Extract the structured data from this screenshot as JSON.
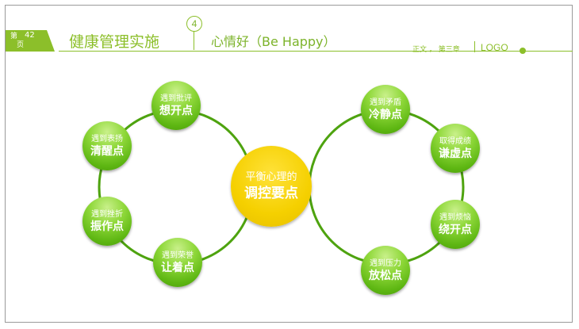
{
  "header": {
    "page_prefix": "第",
    "page_number": "42",
    "page_suffix": "页",
    "title": "健康管理实施",
    "section_number": "4",
    "subtitle": "心情好（Be Happy）",
    "info": "正文 ，  第三章",
    "logo": "LOGO"
  },
  "diagram": {
    "center": {
      "line1": "平衡心理的",
      "line2": "调控要点"
    },
    "left_nodes": [
      {
        "line1": "遇到批评",
        "line2": "想开点"
      },
      {
        "line1": "遇到表扬",
        "line2": "清醒点"
      },
      {
        "line1": "遇到挫折",
        "line2": "振作点"
      },
      {
        "line1": "遇到荣誉",
        "line2": "让着点"
      }
    ],
    "right_nodes": [
      {
        "line1": "遇到矛盾",
        "line2": "冷静点"
      },
      {
        "line1": "取得成绩",
        "line2": "谦虚点"
      },
      {
        "line1": "遇到烦恼",
        "line2": "绕开点"
      },
      {
        "line1": "遇到压力",
        "line2": "放松点"
      }
    ]
  },
  "colors": {
    "accent": "#8cbf2a",
    "node_green": "#5db612",
    "center_yellow": "#f5d000",
    "ring": "#4ea30f"
  }
}
